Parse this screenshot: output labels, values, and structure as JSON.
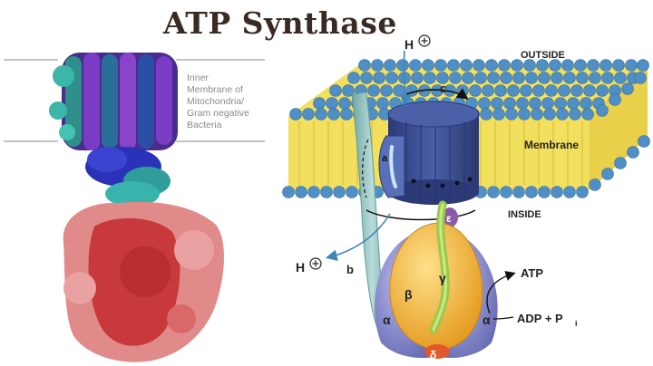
{
  "title": "ATP Synthase",
  "inner_membrane_label": [
    "Inner",
    "Membrane of",
    "Mitochondria/",
    "Gram negative",
    "Bacteria"
  ],
  "labels": {
    "outside": "OUTSIDE",
    "membrane": "Membrane",
    "inside": "INSIDE",
    "h_top": "H",
    "h_bottom": "H",
    "c": "c",
    "a": "a",
    "epsilon": "ε",
    "b": "b",
    "gamma": "γ",
    "beta": "β",
    "alpha_left": "α",
    "alpha_right": "α",
    "delta": "δ",
    "atp": "ATP",
    "adp": "ADP + P",
    "adp_sub": "i"
  },
  "colors": {
    "title": "#3a2a24",
    "lipid_head": "#4f8fc6",
    "lipid_tail": "#f2df5e",
    "rotor": "#3b4d8f",
    "stator": "#8fc1c0",
    "alpha_subunit": "#8a8fcf",
    "beta_subunit": "#f2b233",
    "gamma_subunit": "#9cc94a",
    "delta_subunit": "#e25a2a",
    "protein_top": "#6a35b0",
    "protein_mid": "#2a33b8",
    "protein_bottom": "#c7393a"
  }
}
